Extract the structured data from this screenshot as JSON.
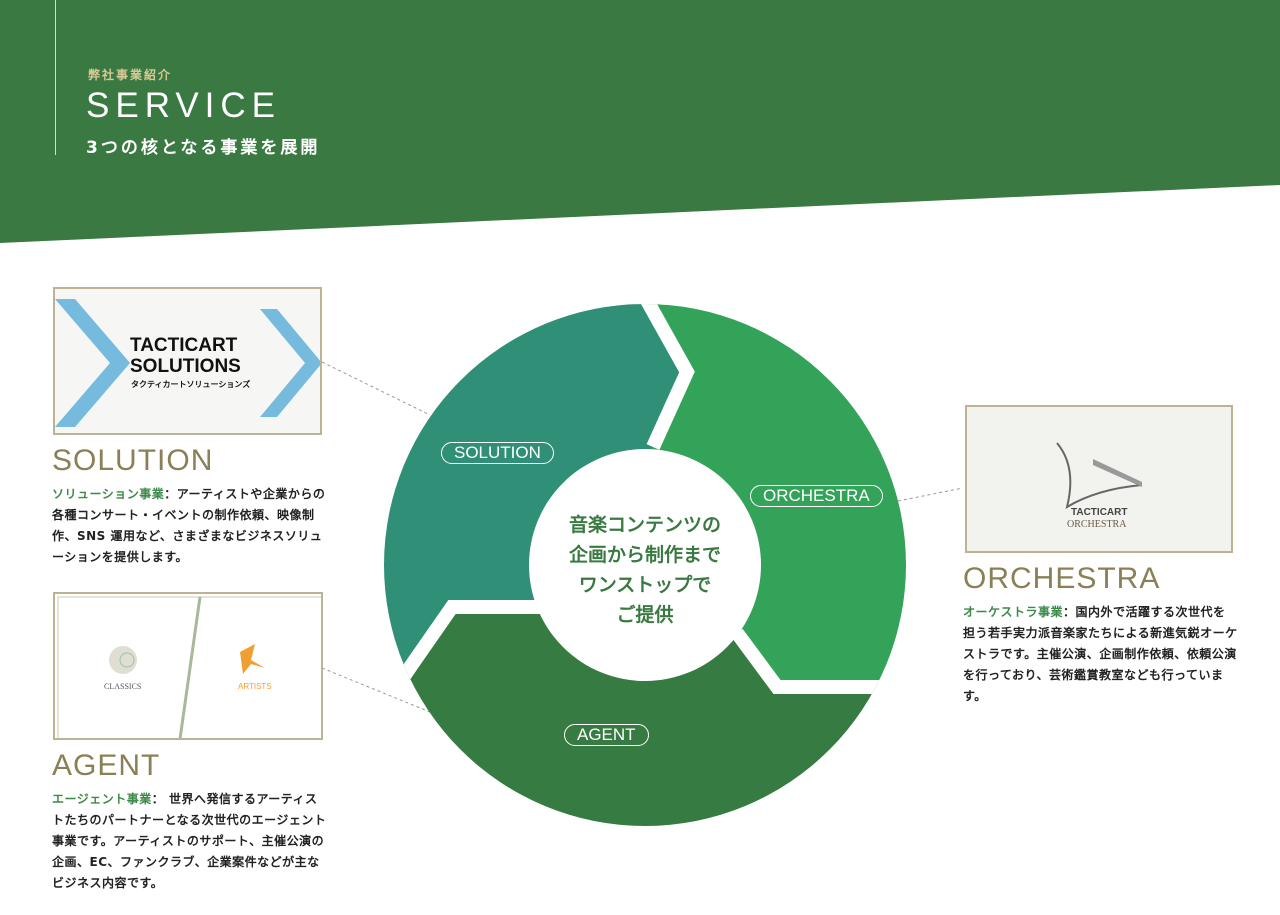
{
  "header": {
    "eyebrow": "弊社事業紹介",
    "title": "SERVICE",
    "subtitle": "3つの核となる事業を展開"
  },
  "colors": {
    "header": "#3a7a42",
    "solution": "#2f9077",
    "orchestra": "#34a35a",
    "agent": "#367b42",
    "heading": "#8a7f55",
    "keyword": "#3b8a48"
  },
  "solution": {
    "logo_line1": "TACTICART",
    "logo_line2": "SOLUTIONS",
    "logo_kana": "タクティカートソリューションズ",
    "heading": "SOLUTION",
    "keyword": "ソリューション事業",
    "text": "：アーティストや企業からの各種コンサート・イベントの制作依頼、映像制作、SNS 運用など、さまざまなビジネスソリューションを提供します。"
  },
  "agent": {
    "logo_classics": "CLASSICS",
    "logo_artists": "ARTISTS",
    "heading": "AGENT",
    "keyword": "エージェント事業",
    "text": "： 世界へ発信するアーティストたちのパートナーとなる次世代のエージェント事業です。アーティストのサポート、主催公演の企画、EC、ファンクラブ、企業案件などが主なビジネス内容です。"
  },
  "orchestra": {
    "logo_line1": "TACTICART",
    "logo_line2": "ORCHESTRA",
    "heading": "ORCHESTRA",
    "keyword": "オーケストラ事業",
    "text": "：国内外で活躍する次世代を担う若手実力派音楽家たちによる新進気鋭オーケストラです。主催公演、企画制作依頼、依頼公演を行っており、芸術鑑賞教室なども行っています。"
  },
  "cycle": {
    "solution_label": "SOLUTION",
    "orchestra_label": "ORCHESTRA",
    "agent_label": "AGENT",
    "center_lines": [
      "音楽コンテンツの",
      "企画から制作まで",
      "ワンストップで",
      "ご提供"
    ]
  }
}
